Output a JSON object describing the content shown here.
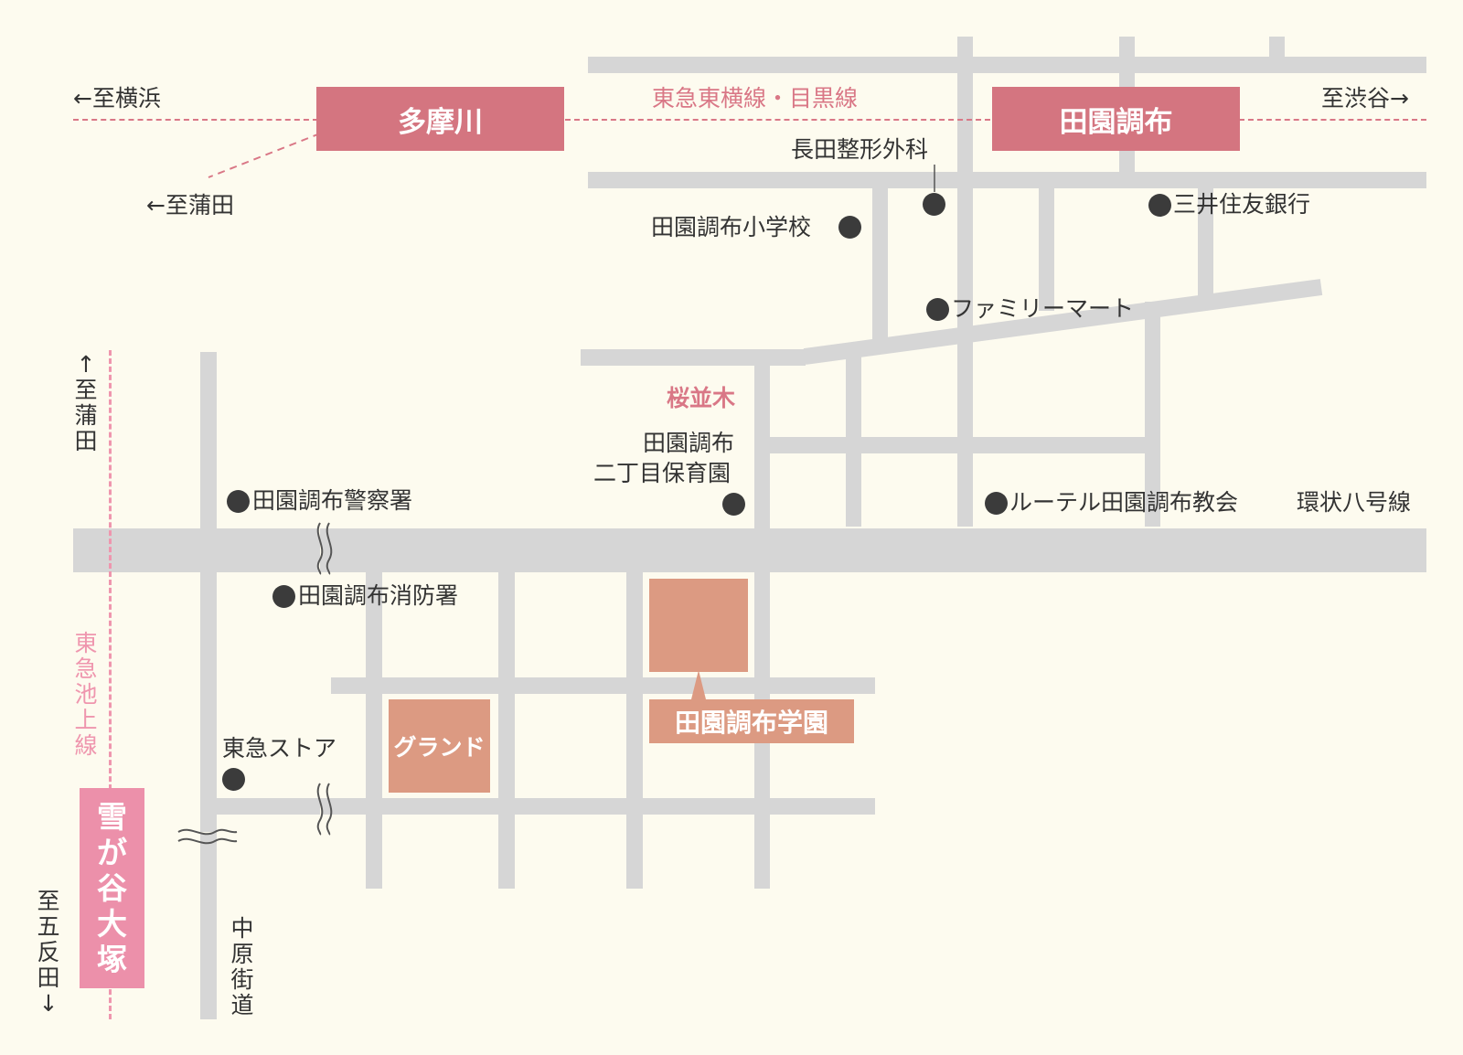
{
  "stations": {
    "tamagawa": "多摩川",
    "denenchofu": "田園調布",
    "yukigaya": "雪が谷大塚"
  },
  "lines": {
    "toyoko_meguro": "東急東横線・目黒線",
    "ikegami": "東急池上線"
  },
  "directions": {
    "yokohama": "←至横浜",
    "shibuya": "至渋谷→",
    "kamata_left": "←至蒲田",
    "kamata_up": "↑至蒲田",
    "gotanda": "至五反田↓"
  },
  "roads": {
    "kanjo8": "環状八号線",
    "nakahara": "中原街道",
    "sakuranamiki": "桜並木"
  },
  "landmarks": {
    "nagata": "長田整形外科",
    "school": "田園調布小学校",
    "smbc": "三井住友銀行",
    "familymart": "ファミリーマート",
    "hoikuen_1": "田園調布",
    "hoikuen_2": "二丁目保育園",
    "police": "田園調布警察署",
    "lutheran": "ルーテル田園調布教会",
    "fire": "田園調布消防署",
    "tokyu_store": "東急ストア",
    "ground": "グランド",
    "gakuen": "田園調布学園"
  },
  "colors": {
    "toyoko_station": "#d47580",
    "ikegami_station": "#ec90aa",
    "school_building": "#dc9a82",
    "road": "#d6d6d6",
    "background": "#fdfbef"
  }
}
